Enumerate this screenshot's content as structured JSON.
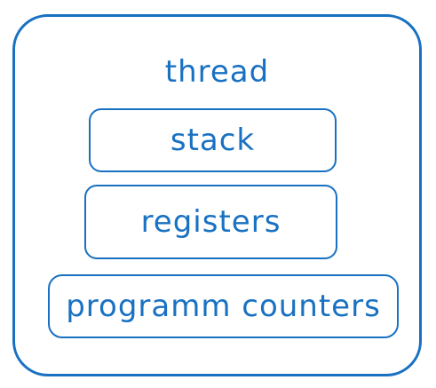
{
  "colors": {
    "stroke": "#1971c2"
  },
  "thread": {
    "title": "thread",
    "components": {
      "stack": "stack",
      "registers": "registers",
      "counters": "programm counters"
    }
  }
}
